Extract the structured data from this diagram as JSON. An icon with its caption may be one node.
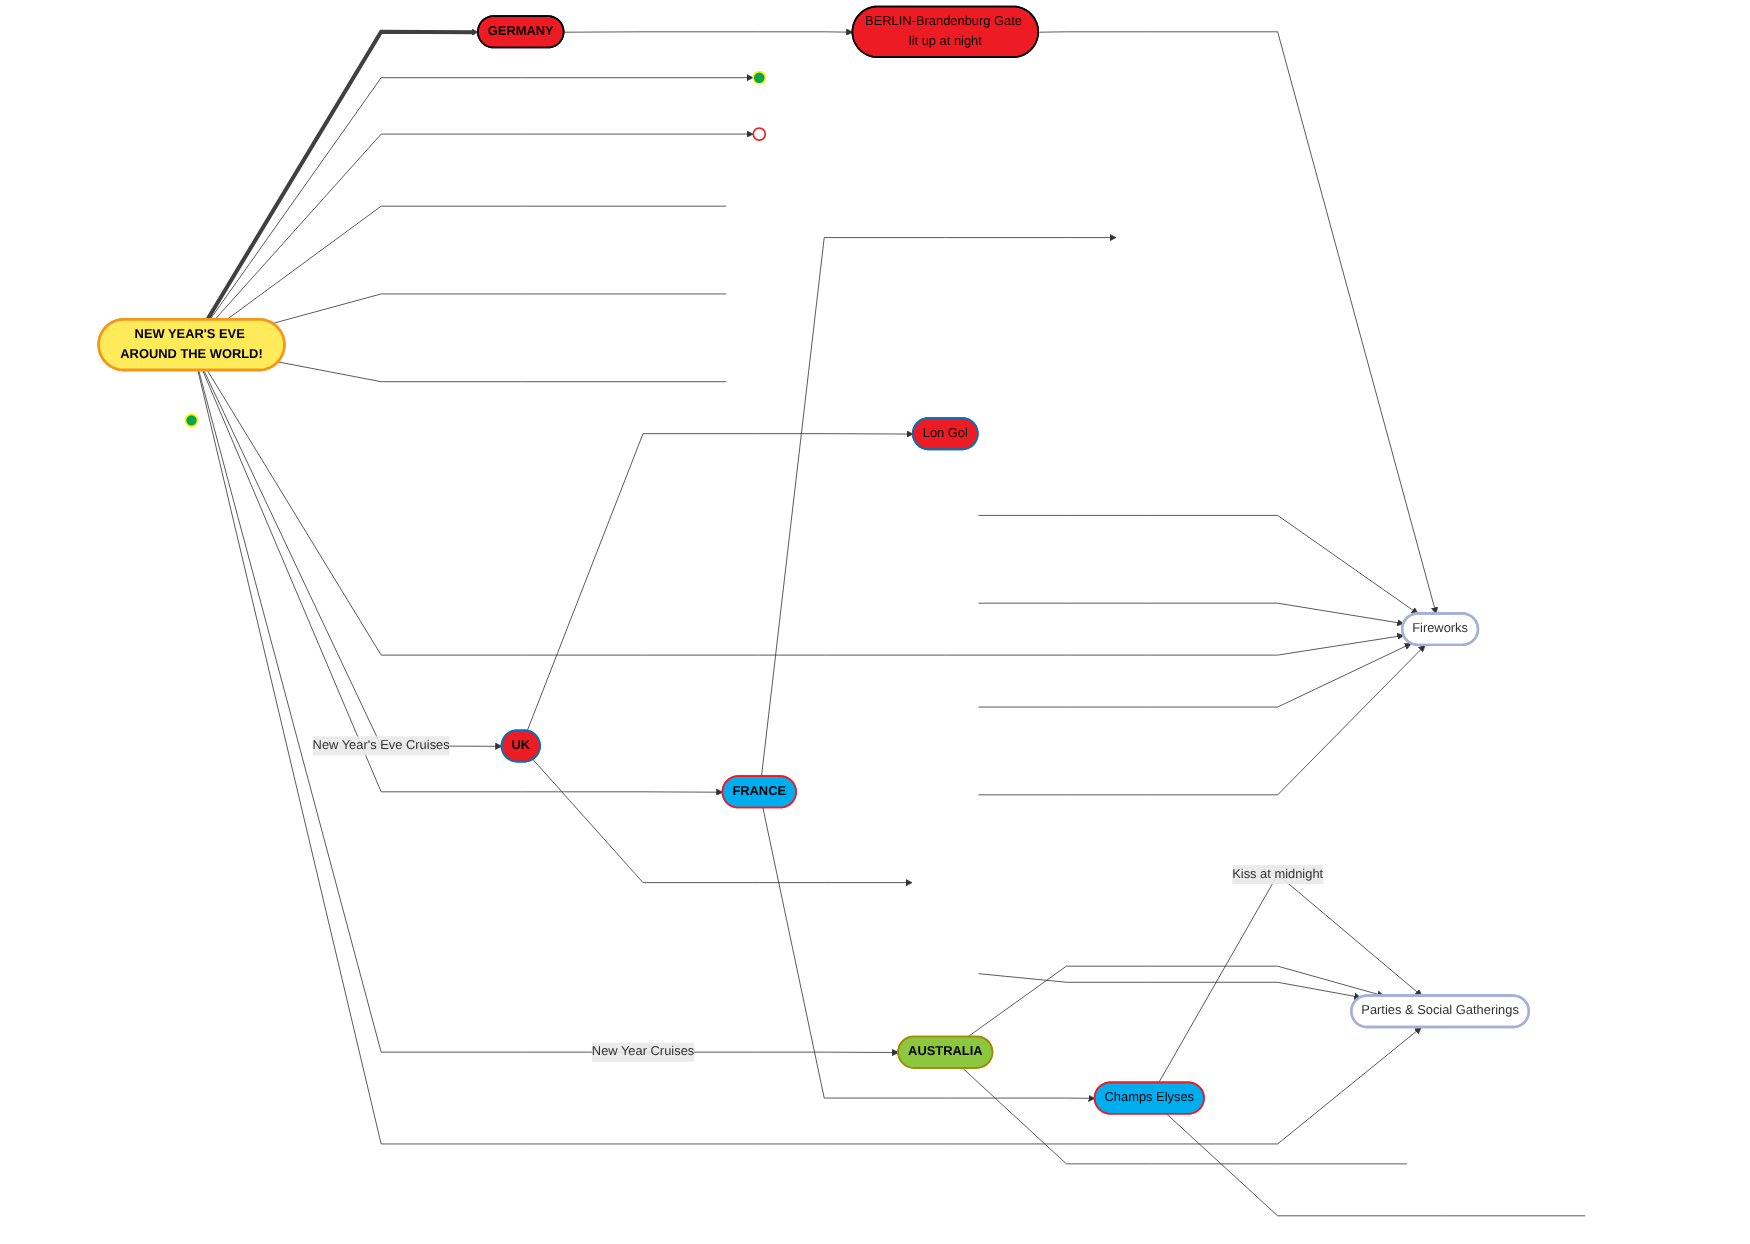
{
  "diagram": {
    "nodes": [
      {
        "text": [
          "GERMANY"
        ]
      },
      {
        "text": [
          "BERLIN-Brandenburg Gate lit up at night"
        ]
      },
      {
        "text": [
          "FRANCE"
        ]
      },
      {
        "text": [
          "Champs Elyses"
        ]
      },
      {
        "text": [
          "AUSTRALIA"
        ]
      },
      {
        "text": [
          "NEW YEAR'S EVE AROUND THE WORLD!"
        ]
      },
      {
        "text": [
          "Parties & Social Gatherings"
        ]
      },
      {
        "text": [
          "Fireworks"
        ]
      },
      {
        "text": [
          "UK"
        ]
      },
      {
        "text": [
          "Lon Gol"
        ]
      },
      {
        "text": [],
        "shape": "circle"
      },
      {
        "text": [],
        "shape": "circle"
      },
      {
        "text": [],
        "shape": "circle"
      }
    ],
    "edges": [
      {
        "from": 0,
        "to": 1,
        "arrow": "to"
      },
      {
        "from": 5,
        "to": 0,
        "arrow": "to",
        "style": "thick",
        "color": "#404040"
      },
      {
        "from": 5,
        "to": 2,
        "arrow": "to"
      },
      {
        "from": 2,
        "to": null,
        "arrow": "to"
      },
      {
        "from": 2,
        "to": 3,
        "arrow": "to"
      },
      {
        "from": 3,
        "to": 6,
        "arrow": "to",
        "label": "Kiss at midnight"
      },
      {
        "from": 3,
        "to": null,
        "arrow": "none"
      },
      {
        "from": 5,
        "to": 4,
        "arrow": "to",
        "label": "New Year Cruises"
      },
      {
        "from": 4,
        "to": 6,
        "arrow": "to"
      },
      {
        "from": 4,
        "to": null,
        "arrow": "none"
      },
      {
        "from": null,
        "to": 6,
        "arrow": "to"
      },
      {
        "from": 5,
        "to": 6,
        "arrow": "to"
      },
      {
        "from": 5,
        "to": 12,
        "arrow": "to"
      },
      {
        "from": 5,
        "to": 11,
        "arrow": "to"
      },
      {
        "from": 5,
        "to": null,
        "arrow": "none"
      },
      {
        "from": 1,
        "to": 7,
        "arrow": "to"
      },
      {
        "from": null,
        "to": 7,
        "arrow": "to"
      },
      {
        "from": null,
        "to": 7,
        "arrow": "to"
      },
      {
        "from": 5,
        "to": 7,
        "arrow": "to"
      },
      {
        "from": null,
        "to": 7,
        "arrow": "to"
      },
      {
        "from": null,
        "to": 7,
        "arrow": "to"
      },
      {
        "from": 5,
        "to": null,
        "arrow": "none"
      },
      {
        "from": 5,
        "to": null,
        "arrow": "none"
      },
      {
        "from": 5,
        "to": 8,
        "arrow": "to",
        "label": "New Year's Eve Cruises"
      },
      {
        "from": 8,
        "to": 9,
        "arrow": "to"
      },
      {
        "from": 8,
        "to": null,
        "arrow": "to"
      }
    ]
  }
}
